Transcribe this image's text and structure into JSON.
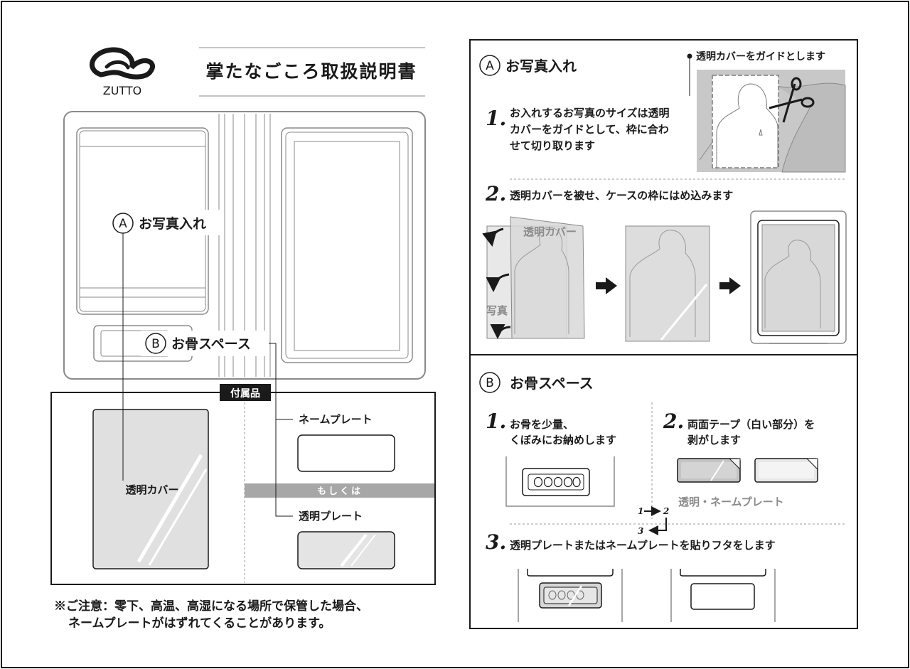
{
  "header": {
    "brand": "ZUTTO",
    "title": "掌たなごころ取扱説明書"
  },
  "overview": {
    "label_a_mark": "A",
    "label_a": "お写真入れ",
    "label_b_mark": "B",
    "label_b": "お骨スペース"
  },
  "accessories": {
    "badge": "付属品",
    "clear_cover": "透明カバー",
    "name_plate": "ネームプレート",
    "or": "もしくは",
    "clear_plate": "透明プレート"
  },
  "caution": {
    "line1": "※ご注意：零下、高温、高湿になる場所で保管した場合、",
    "line2": "ネームプレートがはずれてくることがあります。"
  },
  "section_a": {
    "mark": "A",
    "title": "お写真入れ",
    "guide_note": "透明カバーをガイドとします",
    "step1_num": "1.",
    "step1_lines": [
      "お入れするお写真のサイズは透明",
      "カバーをガイドとして、枠に合わ",
      "せて切り取ります"
    ],
    "step2_num": "2.",
    "step2_text": "透明カバーを被せ、ケースの枠にはめ込みます",
    "cover_label": "透明カバー",
    "photo_label": "写真"
  },
  "section_b": {
    "mark": "B",
    "title": "お骨スペース",
    "step1_num": "1.",
    "step1_lines": [
      "お骨を少量、",
      "くぼみにお納めします"
    ],
    "step2_num": "2.",
    "step2_lines": [
      "両面テープ（白い部分）を",
      "剥がします"
    ],
    "plate_caption": "透明・ネームプレート",
    "order_1": "1",
    "order_2": "2",
    "order_3": "3",
    "step3_num": "3.",
    "step3_text": "透明プレートまたはネームプレートを貼りフタをします"
  },
  "colors": {
    "ink": "#1a1a1a",
    "line": "#6b6b6b",
    "panel_gray": "#c8c8c8",
    "band_gray": "#a7a7a7"
  }
}
